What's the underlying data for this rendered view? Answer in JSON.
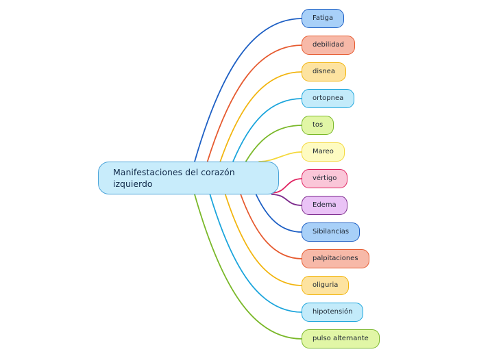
{
  "root": {
    "title": "Manifestaciones del corazón izquierdo"
  },
  "branches": [
    {
      "label": "Fatiga",
      "fill": "#a8d0f8",
      "stroke": "#1d5fc4",
      "line": "#1d5fc4"
    },
    {
      "label": "debilidad",
      "fill": "#f7b9a8",
      "stroke": "#e65a2f",
      "line": "#e65a2f"
    },
    {
      "label": "disnea",
      "fill": "#fde3a0",
      "stroke": "#f2b50f",
      "line": "#f2b50f"
    },
    {
      "label": "ortopnea",
      "fill": "#c3ebfa",
      "stroke": "#1ca5dc",
      "line": "#1ca5dc"
    },
    {
      "label": "tos",
      "fill": "#e1f6a6",
      "stroke": "#7ab829",
      "line": "#7ab829"
    },
    {
      "label": "Mareo",
      "fill": "#fefbc1",
      "stroke": "#f4d83a",
      "line": "#f4d83a"
    },
    {
      "label": "vértigo",
      "fill": "#fac6d8",
      "stroke": "#e0215f",
      "line": "#e0215f"
    },
    {
      "label": "Edema",
      "fill": "#eac3f6",
      "stroke": "#7c2a8c",
      "line": "#7c2a8c"
    },
    {
      "label": "Sibilancias",
      "fill": "#a8d0f8",
      "stroke": "#1d5fc4",
      "line": "#1d5fc4"
    },
    {
      "label": "palpitaciones",
      "fill": "#f7b9a8",
      "stroke": "#e65a2f",
      "line": "#e65a2f"
    },
    {
      "label": "oliguria",
      "fill": "#fde3a0",
      "stroke": "#f2b50f",
      "line": "#f2b50f"
    },
    {
      "label": "hipotensión",
      "fill": "#c3ebfa",
      "stroke": "#1ca5dc",
      "line": "#1ca5dc"
    },
    {
      "label": "pulso alternante",
      "fill": "#e1f6a6",
      "stroke": "#7ab829",
      "line": "#7ab829"
    }
  ]
}
